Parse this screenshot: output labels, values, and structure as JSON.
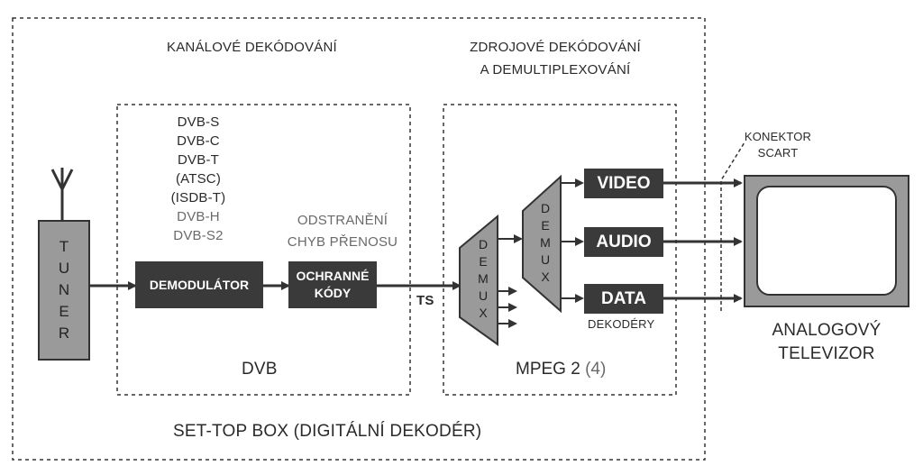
{
  "labels": {
    "channel_decoding": "KANÁLOVÉ DEKÓDOVÁNÍ",
    "source_decoding_line1": "ZDROJOVÉ DEKÓDOVÁNÍ",
    "source_decoding_line2": "A DEMULTIPLEXOVÁNÍ",
    "connector_line1": "KONEKTOR",
    "connector_line2": "SCART",
    "standards": [
      "DVB-S",
      "DVB-C",
      "DVB-T",
      "(ATSC)",
      "(ISDB-T)",
      "DVB-H",
      "DVB-S2"
    ],
    "error_removal_line1": "ODSTRANĚNÍ",
    "error_removal_line2": "CHYB PŘENOSU",
    "ts": "TS",
    "decoders": "DEKODÉRY",
    "dvb": "DVB",
    "mpeg": "MPEG 2",
    "mpeg_suffix": "(4)",
    "set_top_box": "SET-TOP BOX (DIGITÁLNÍ DEKODÉR)",
    "tv_line1": "ANALOGOVÝ",
    "tv_line2": "TELEVIZOR"
  },
  "blocks": {
    "tuner": [
      "T",
      "U",
      "N",
      "E",
      "R"
    ],
    "demodulator": "DEMODULÁTOR",
    "protective_codes_line1": "OCHRANNÉ",
    "protective_codes_line2": "KÓDY",
    "demux1": [
      "D",
      "E",
      "M",
      "U",
      "X"
    ],
    "demux2": [
      "D",
      "E",
      "M",
      "U",
      "X"
    ],
    "video": "VIDEO",
    "audio": "AUDIO",
    "data": "DATA"
  }
}
